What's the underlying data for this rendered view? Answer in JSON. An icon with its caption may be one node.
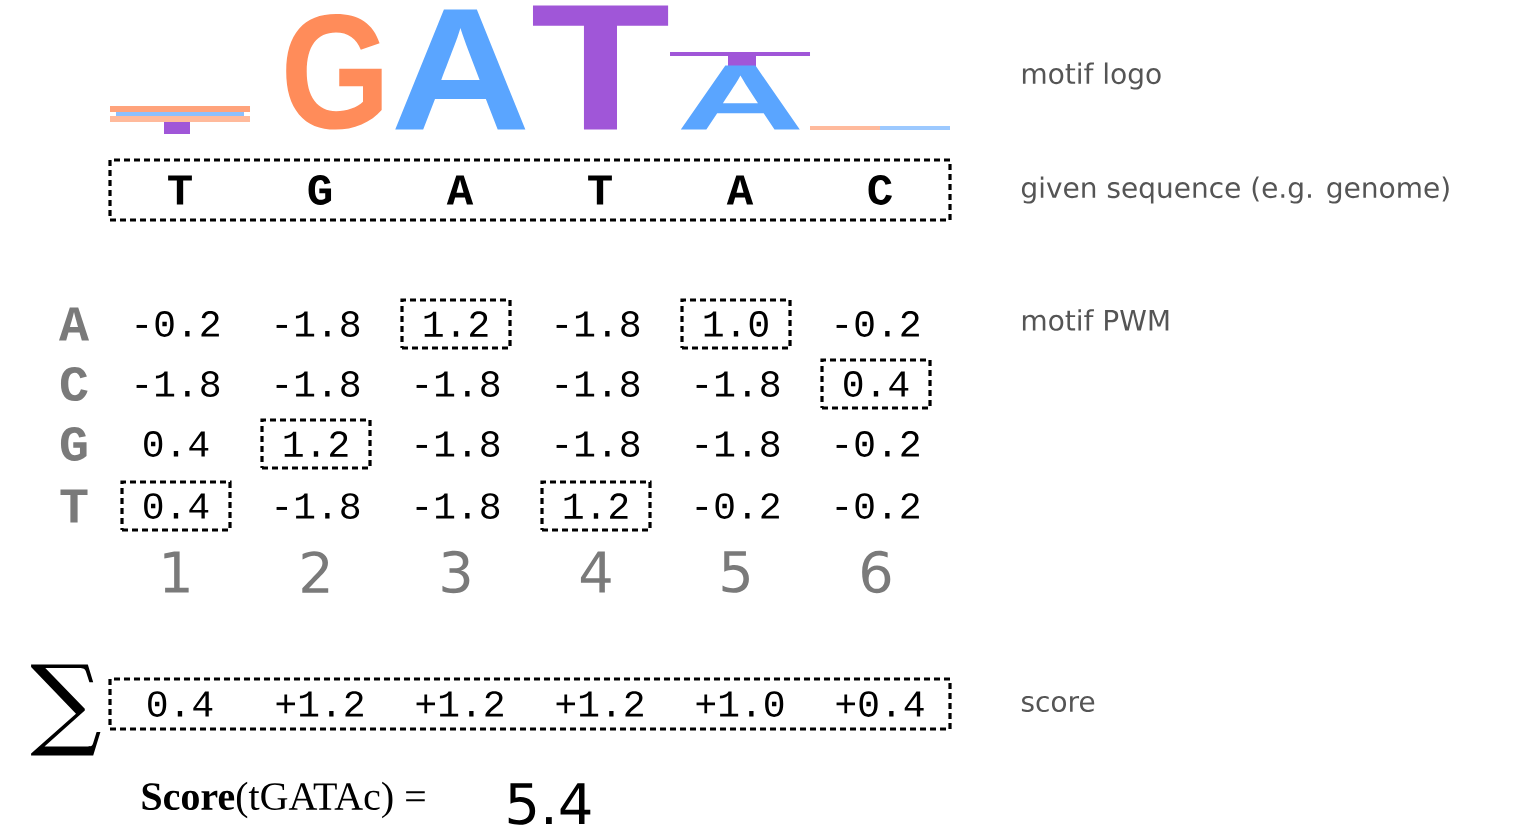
{
  "diagram": {
    "nodes": [
      {
        "text": [
          "T",
          "G",
          "A",
          "T",
          "A",
          "C"
        ]
      },
      {
        "text": [
          "1.2"
        ]
      },
      {
        "text": [
          "1.0"
        ]
      },
      {
        "text": [
          "0.4"
        ]
      },
      {
        "text": [
          "1.2"
        ]
      },
      {
        "text": [
          "0.4"
        ]
      },
      {
        "text": [
          "1.2"
        ]
      },
      {
        "text": [
          "0.4",
          "+1.2",
          "+1.2",
          "+1.2",
          "+1.0",
          "+0.4"
        ]
      }
    ],
    "labels": [
      "G",
      "A",
      "T",
      "A",
      "motif logo",
      "given sequence (e.g. genome)",
      "A",
      "-0.2",
      "-1.8",
      "-1.8",
      "-0.2",
      "motif PWM",
      "C",
      "-1.8",
      "-1.8",
      "-1.8",
      "-1.8",
      "-1.8",
      "G",
      "0.4",
      "-1.8",
      "-1.8",
      "-1.8",
      "-0.2",
      "T",
      "-1.8",
      "-1.8",
      "-0.2",
      "-0.2",
      "1",
      "2",
      "3",
      "4",
      "5",
      "6",
      "∑",
      "score",
      "**Score**(tGATAc) =",
      "5.4"
    ]
  }
}
